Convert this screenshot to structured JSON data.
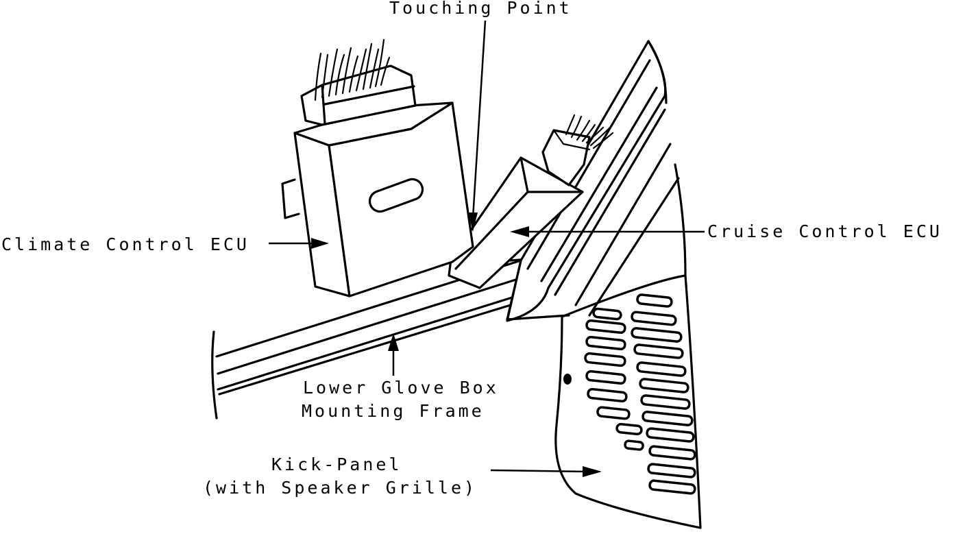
{
  "labels": {
    "touching_point": "Touching Point",
    "climate_control_ecu": "Climate Control ECU",
    "cruise_control_ecu": "Cruise Control ECU",
    "frame_line1": "Lower Glove Box",
    "frame_line2": "Mounting  Frame",
    "kick_line1": "Kick-Panel",
    "kick_line2": "(with Speaker Grille)"
  },
  "colors": {
    "ink": "#000000",
    "paper": "#ffffff"
  }
}
